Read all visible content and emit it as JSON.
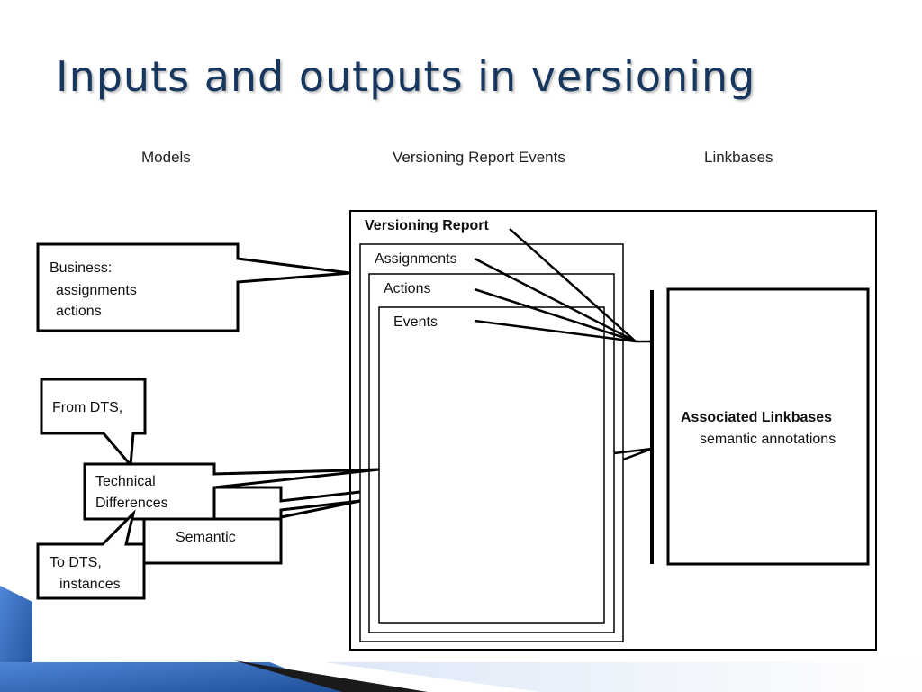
{
  "title": "Inputs and outputs in versioning",
  "columns": {
    "models": "Models",
    "events": "Versioning Report Events",
    "linkbases": "Linkbases"
  },
  "diagram": {
    "versioning_report": "Versioning Report",
    "assignments": "Assignments",
    "actions": "Actions",
    "events": "Events",
    "business_line1": "Business:",
    "business_line2": "assignments",
    "business_line3": "actions",
    "from_dts": "From DTS,",
    "technical_line1": "Technical",
    "technical_line2": "Differences",
    "semantic": "Semantic",
    "to_dts_line1": "To DTS,",
    "to_dts_line2": "instances",
    "linkbases_title": "Associated Linkbases",
    "linkbases_sub": "semantic annotations"
  },
  "colors": {
    "title": "#17375E",
    "accent_blue": "#2E5FA8",
    "accent_light": "#C9D9F0"
  }
}
